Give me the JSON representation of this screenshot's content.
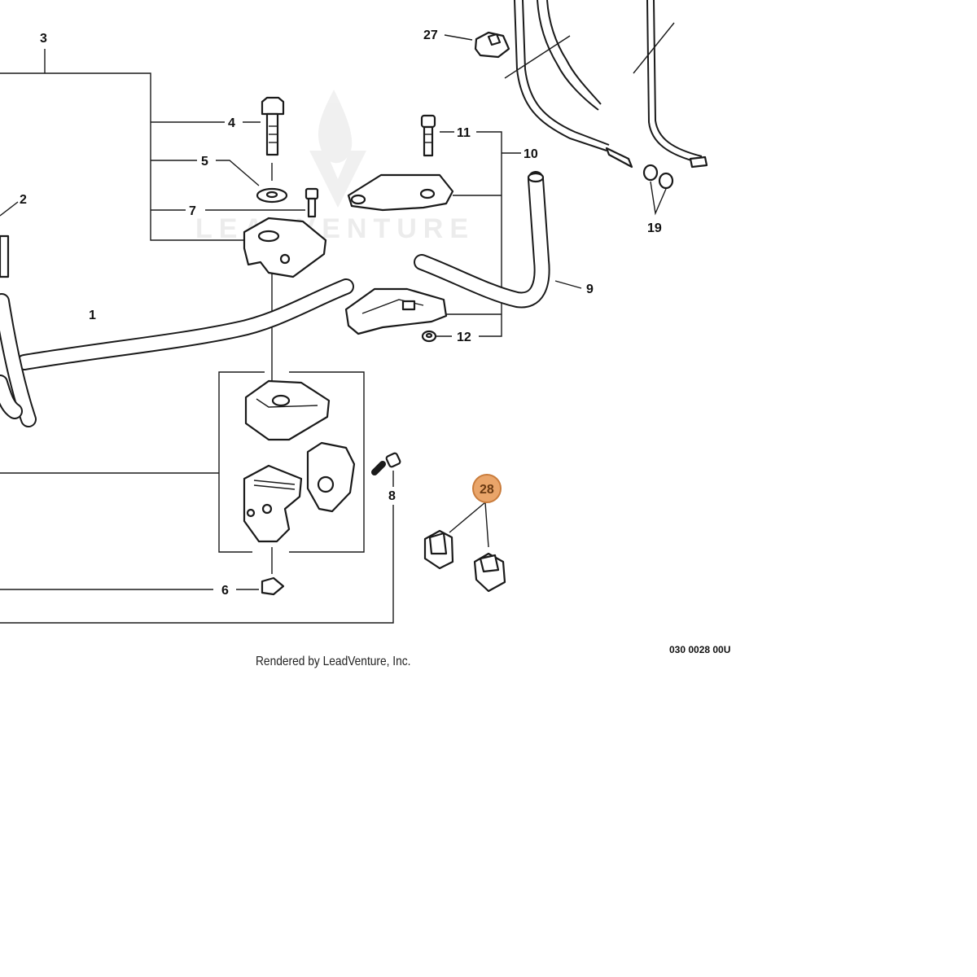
{
  "watermark_text": "LEADVENTURE",
  "credit_text": "Rendered by LeadVenture, Inc.",
  "diagram_code": "030 0028 00U",
  "callouts": {
    "c1": "1",
    "c2": "2",
    "c3": "3",
    "c4": "4",
    "c5": "5",
    "c6": "6",
    "c7": "7",
    "c8": "8",
    "c9": "9",
    "c10": "10",
    "c11": "11",
    "c12": "12",
    "c19": "19",
    "c27": "27",
    "c28": "28"
  },
  "colors": {
    "line": "#1a1a1a",
    "highlight_fill": "#e9a56a",
    "highlight_stroke": "#c97c3c"
  }
}
